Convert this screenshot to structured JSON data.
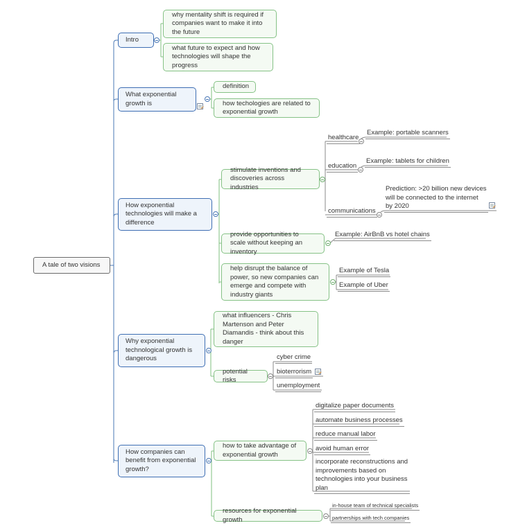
{
  "root": "A tale of two visions",
  "branches": {
    "intro": {
      "label": "Intro",
      "children": [
        "why mentality shift is required if companies want to make it into the future",
        "what future to expect and how technologies will shape the progress"
      ]
    },
    "growth": {
      "label": "What exponential growth is",
      "children": [
        "definition",
        "how techologies are related to exponential growth"
      ]
    },
    "difference": {
      "label": "How exponential technologies will make a difference",
      "stimulate": {
        "label": "stimulate inventions and discoveries across industries",
        "healthcare": "healthcare",
        "healthcare_example": "Example: portable scanners",
        "education": "education",
        "education_example": "Example: tablets for children",
        "communications": "communications",
        "communications_prediction": "Prediction: >20 billion new devices will be connected to the internet by 2020"
      },
      "scale": {
        "label": "provide opportunities to scale without keeping an inventory",
        "example": "Example: AirBnB vs hotel chains"
      },
      "disrupt": {
        "label": "help disrupt the balance of power, so new companies can emerge and compete with industry giants",
        "tesla": "Example of Tesla",
        "uber": "Example of Uber"
      }
    },
    "dangerous": {
      "label": "Why exponential technological growth is dangerous",
      "influencers": "what influencers - Chris Martenson and Peter Diamandis - think about this danger",
      "risks": {
        "label": "potential risks",
        "items": [
          "cyber crime",
          "bioterrorism",
          "unemployment"
        ]
      }
    },
    "benefit": {
      "label": "How companies can benefit from exponential growth?",
      "advantage": {
        "label": "how to take advantage of exponential growth",
        "items": [
          "digitalize paper documents",
          "automate business processes",
          "reduce manual labor",
          "avoid human error",
          "incorporate reconstructions and improvements based on technologies into your business plan"
        ]
      },
      "resources": {
        "label": "resources for exponential growth",
        "items": [
          "in-house team of technical specialists",
          "partnerships with tech companies"
        ]
      }
    }
  },
  "colors": {
    "main_branch": "#3e6eb3",
    "sub_branch": "#86c286",
    "leaf_line": "#8c8c8c"
  },
  "icons": [
    "collapse-toggle-icon",
    "note-icon"
  ]
}
